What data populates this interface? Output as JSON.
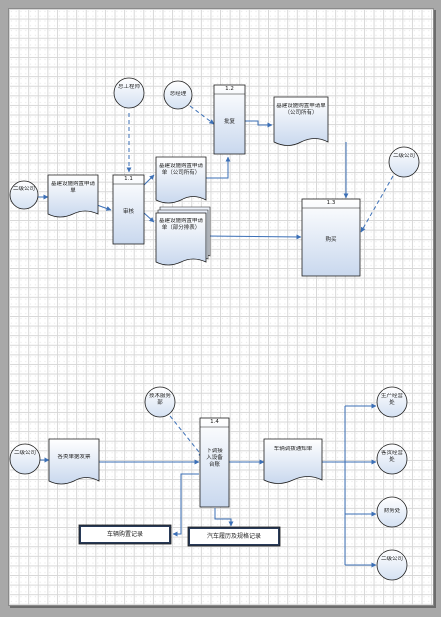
{
  "colors": {
    "shape_fill_top": "#ffffff",
    "shape_fill_bottom": "#c9d8ee",
    "shape_stroke": "#1c1c1c",
    "connector": "#3b6fb6",
    "dark_box": "#283a58",
    "page_bg": "#ffffff",
    "frame_bg": "#a8a8a8"
  },
  "top": {
    "entity_erji_left": "二级公司",
    "entity_zonggongchengshi": "总工程师",
    "entity_zongjingli": "总经理",
    "entity_erji_right": "二级公司",
    "doc_apply": "基建设施购置申请单",
    "doc_gongsi_1": "基建设施购置申请单（公司所有）",
    "doc_shebei": "基建设施购置申请单（部分排表）",
    "doc_gongsi_2": "基建设施购置申请单（公司所有）",
    "proc_1_1_id": "1.1",
    "proc_1_1_label": "审核",
    "proc_1_2_id": "1.2",
    "proc_1_2_label": "批复",
    "proc_1_3_id": "1.3",
    "proc_1_3_label": "购买"
  },
  "bottom": {
    "entity_erji_left": "二级公司",
    "entity_jishu": "技术服务部",
    "doc_gelei": "各类单据发票",
    "proc_1_4_id": "1.4",
    "proc_1_4_label": "下调接入设备台账",
    "doc_notice": "车辆调拨通知单",
    "entity_shengchan": "生产经营处",
    "entity_keyun": "客货经营处",
    "entity_caiwu": "财务处",
    "entity_erji_right": "二级公司",
    "store_vehicle": "车辆购置记录",
    "store_history": "汽车履历及规格记录"
  }
}
